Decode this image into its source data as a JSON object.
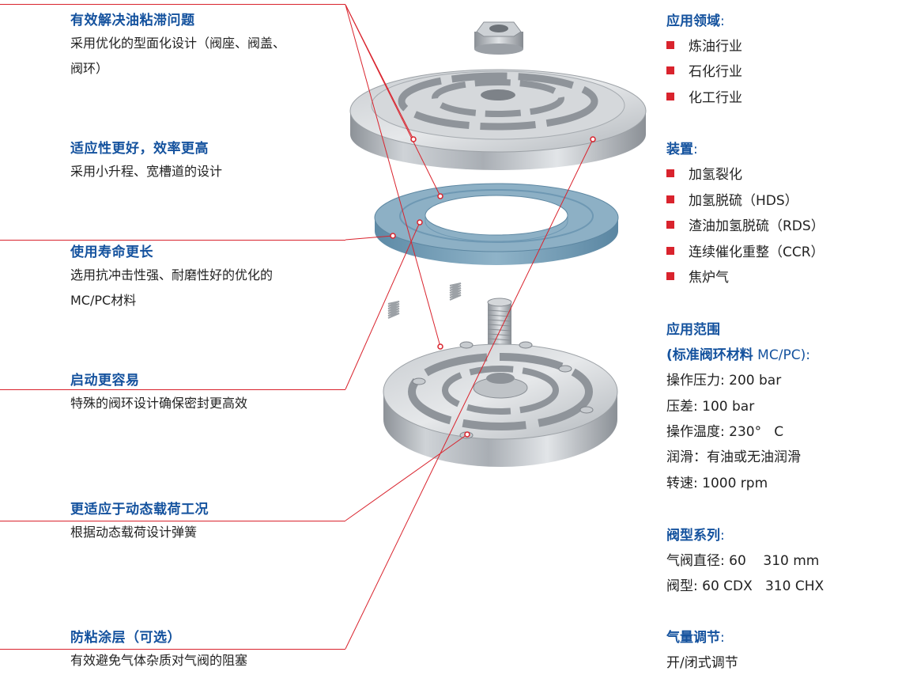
{
  "features": [
    {
      "title": "有效解决油粘滞问题",
      "desc_lines": [
        "采用优化的型面化设计（阀座、阀盖、",
        "阀环）"
      ]
    },
    {
      "title": "适应性更好，效率更高",
      "desc_lines": [
        "采用小升程、宽槽道的设计"
      ]
    },
    {
      "title": "使用寿命更长",
      "desc_lines": [
        "选用抗冲击性强、耐磨性好的优化的",
        "MC/PC材料"
      ]
    },
    {
      "title": "启动更容易",
      "desc_lines": [
        "特殊的阀环设计确保密封更高效"
      ]
    },
    {
      "title": "更适应于动态载荷工况",
      "desc_lines": [
        "根据动态载荷设计弹簧"
      ]
    },
    {
      "title": "防粘涂层（可选）",
      "desc_lines": [
        "有效避免气体杂质对气阀的阻塞"
      ]
    }
  ],
  "applications": {
    "title": "应用领域",
    "colon": ":",
    "items": [
      "炼油行业",
      "石化行业",
      "化工行业"
    ]
  },
  "units": {
    "title": "装置",
    "colon": ":",
    "items": [
      "加氢裂化",
      "加氢脱硫（HDS）",
      "渣油加氢脱硫（RDS）",
      "连续催化重整（CCR）",
      "焦炉气"
    ]
  },
  "range": {
    "title": "应用范围",
    "subtitle_bold": "(标准阀环材料",
    "subtitle_normal": " MC/PC):",
    "lines": [
      "操作压力: 200 bar",
      "压差: 100 bar",
      "操作温度: 230°   C",
      "润滑：有油或无油润滑",
      "转速: 1000 rpm"
    ]
  },
  "series": {
    "title": "阀型系列",
    "colon": ":",
    "lines": [
      "气阀直径: 60    310 mm",
      "阀型: 60 CDX   310 CHX"
    ]
  },
  "capacity": {
    "title": "气量调节",
    "colon": ":",
    "lines": [
      "开/闭式调节"
    ]
  },
  "colors": {
    "accent_red": "#d9232d",
    "heading_blue": "#14529e",
    "ring_blue": "#7fa6bd"
  }
}
